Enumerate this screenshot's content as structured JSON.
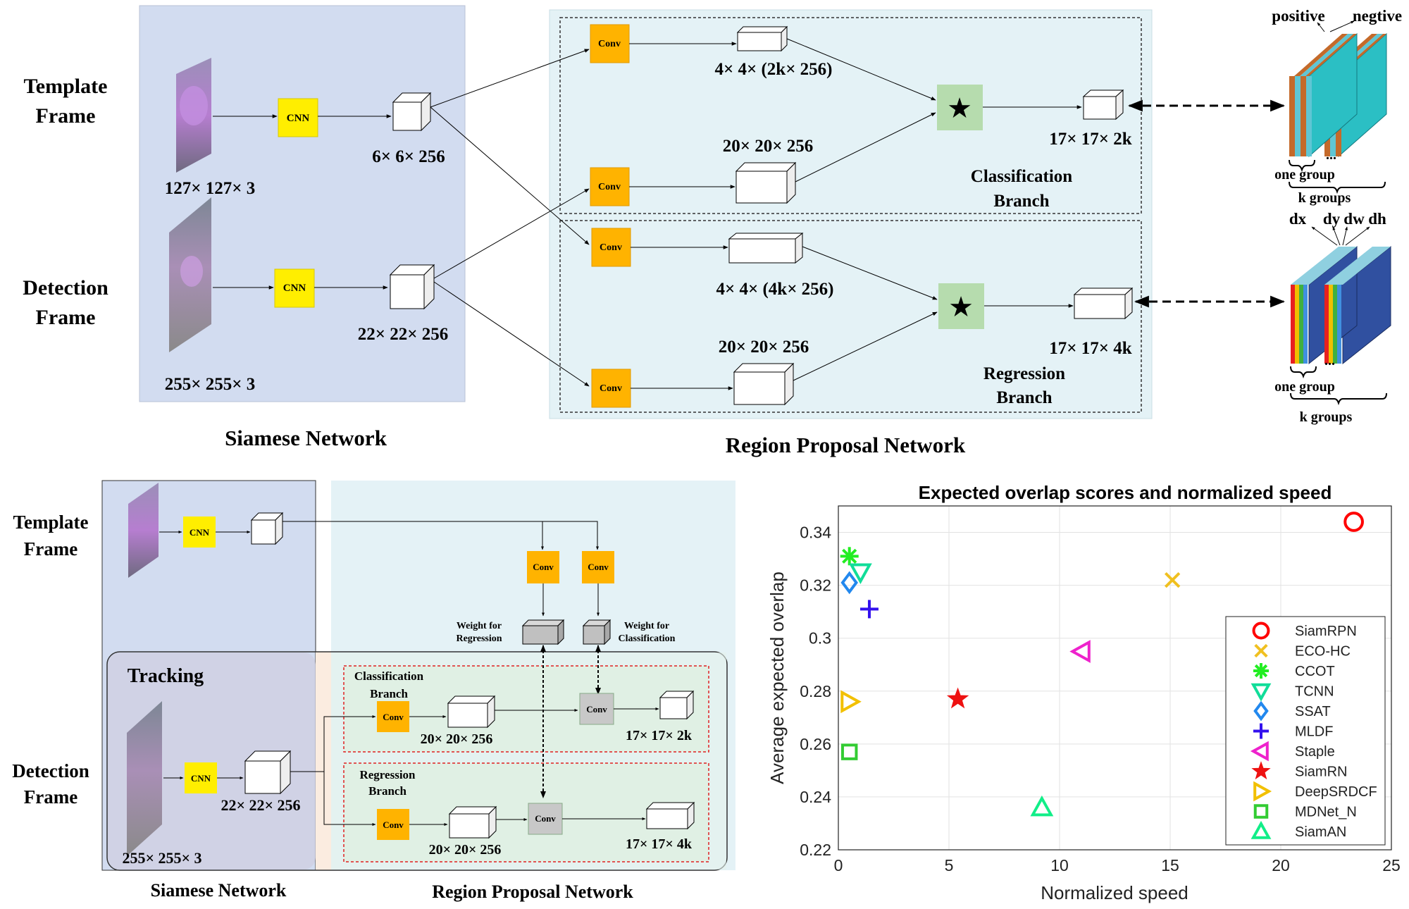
{
  "top": {
    "template_label": [
      "Template",
      "Frame"
    ],
    "detection_label": [
      "Detection",
      "Frame"
    ],
    "template_size": "127× 127× 3",
    "detection_size": "255× 255× 3",
    "cnn": "CNN",
    "template_feat": "6× 6× 256",
    "detection_feat": "22× 22× 256",
    "siamese_title": "Siamese Network",
    "rpn_title": "Region Proposal Network",
    "conv": "Conv",
    "cls_kernel": "4× 4× (2k× 256)",
    "cls_search": "20× 20× 256",
    "cls_out": "17× 17× 2k",
    "cls_branch": [
      "Classification",
      "Branch"
    ],
    "reg_kernel": "4× 4× (4k× 256)",
    "reg_search": "20× 20× 256",
    "reg_out": "17× 17× 4k",
    "reg_branch": [
      "Regression",
      "Branch"
    ],
    "positive": "positive",
    "negtive": "negtive",
    "one_group": "one group",
    "k_groups": "k groups",
    "dx": "dx",
    "dy": "dy",
    "dw": "dw",
    "dh": "dh",
    "star": "★",
    "ellipsis": "..."
  },
  "bottom": {
    "template_label": [
      "Template",
      "Frame"
    ],
    "detection_label": [
      "Detection",
      "Frame"
    ],
    "tracking": "Tracking",
    "cnn": "CNN",
    "det_feat": "22× 22× 256",
    "det_size": "255× 255× 3",
    "conv": "Conv",
    "weight_reg": [
      "Weight for",
      "Regression"
    ],
    "weight_cls": [
      "Weight for",
      "Classification"
    ],
    "cls_branch": [
      "Classification",
      "Branch"
    ],
    "reg_branch": [
      "Regression",
      "Branch"
    ],
    "cls_feat": "20× 20× 256",
    "reg_feat": "20× 20× 256",
    "cls_out": "17× 17× 2k",
    "reg_out": "17× 17× 4k",
    "siamese_title": "Siamese Network",
    "rpn_title": "Region Proposal Network"
  },
  "chart_data": {
    "type": "scatter",
    "title": "Expected overlap scores and normalized speed",
    "xlabel": "Normalized speed",
    "ylabel": "Average expected overlap",
    "xlim": [
      0,
      25
    ],
    "ylim": [
      0.22,
      0.35
    ],
    "xticks": [
      0,
      5,
      10,
      15,
      20,
      25
    ],
    "yticks": [
      0.22,
      0.24,
      0.26,
      0.28,
      0.3,
      0.32,
      0.34
    ],
    "grid": true,
    "legend_position": "bottom-right",
    "series": [
      {
        "name": "SiamRPN",
        "marker": "circle",
        "color": "#ff0000",
        "x": 23.3,
        "y": 0.344
      },
      {
        "name": "ECO-HC",
        "marker": "x",
        "color": "#f0c020",
        "x": 15.1,
        "y": 0.322
      },
      {
        "name": "CCOT",
        "marker": "asterisk",
        "color": "#22ee22",
        "x": 0.5,
        "y": 0.331
      },
      {
        "name": "TCNN",
        "marker": "triangle-down",
        "color": "#11dd99",
        "x": 1.0,
        "y": 0.325
      },
      {
        "name": "SSAT",
        "marker": "diamond",
        "color": "#2288ee",
        "x": 0.5,
        "y": 0.321
      },
      {
        "name": "MLDF",
        "marker": "plus",
        "color": "#3311ee",
        "x": 1.4,
        "y": 0.311
      },
      {
        "name": "Staple",
        "marker": "triangle-left",
        "color": "#ee22cc",
        "x": 11.0,
        "y": 0.295
      },
      {
        "name": "SiamRN",
        "marker": "star",
        "color": "#ee1111",
        "x": 5.4,
        "y": 0.277
      },
      {
        "name": "DeepSRDCF",
        "marker": "triangle-right",
        "color": "#f2c000",
        "x": 0.5,
        "y": 0.276
      },
      {
        "name": "MDNet_N",
        "marker": "square",
        "color": "#33cc33",
        "x": 0.5,
        "y": 0.257
      },
      {
        "name": "SiamAN",
        "marker": "triangle-up",
        "color": "#11ee88",
        "x": 9.2,
        "y": 0.236
      }
    ]
  }
}
